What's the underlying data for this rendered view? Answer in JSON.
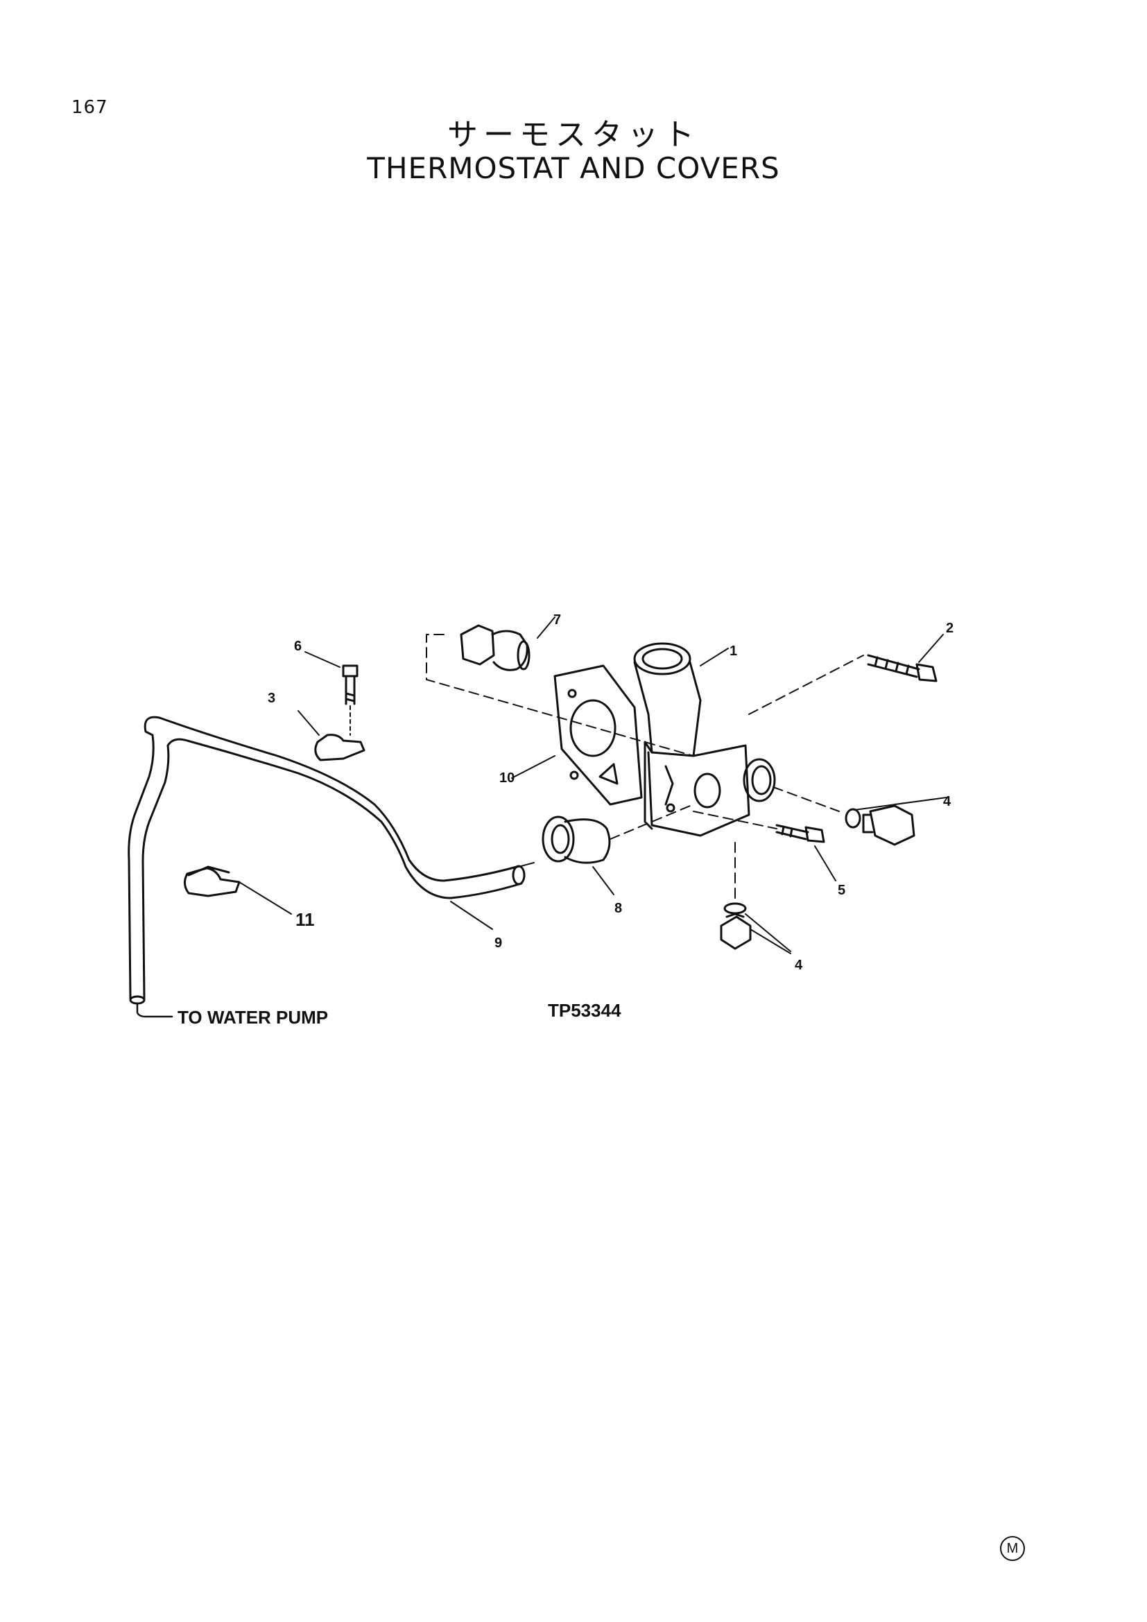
{
  "page": {
    "number": "167",
    "title_jp": "サーモスタット",
    "title_en": "THERMOSTAT AND COVERS"
  },
  "diagram": {
    "callouts": [
      "1",
      "2",
      "3",
      "4",
      "4",
      "4",
      "5",
      "6",
      "7",
      "8",
      "9",
      "10",
      "11"
    ],
    "label_water_pump": "TO WATER PUMP",
    "drawing_code": "TP53344"
  },
  "footer": {
    "mark": "M"
  }
}
